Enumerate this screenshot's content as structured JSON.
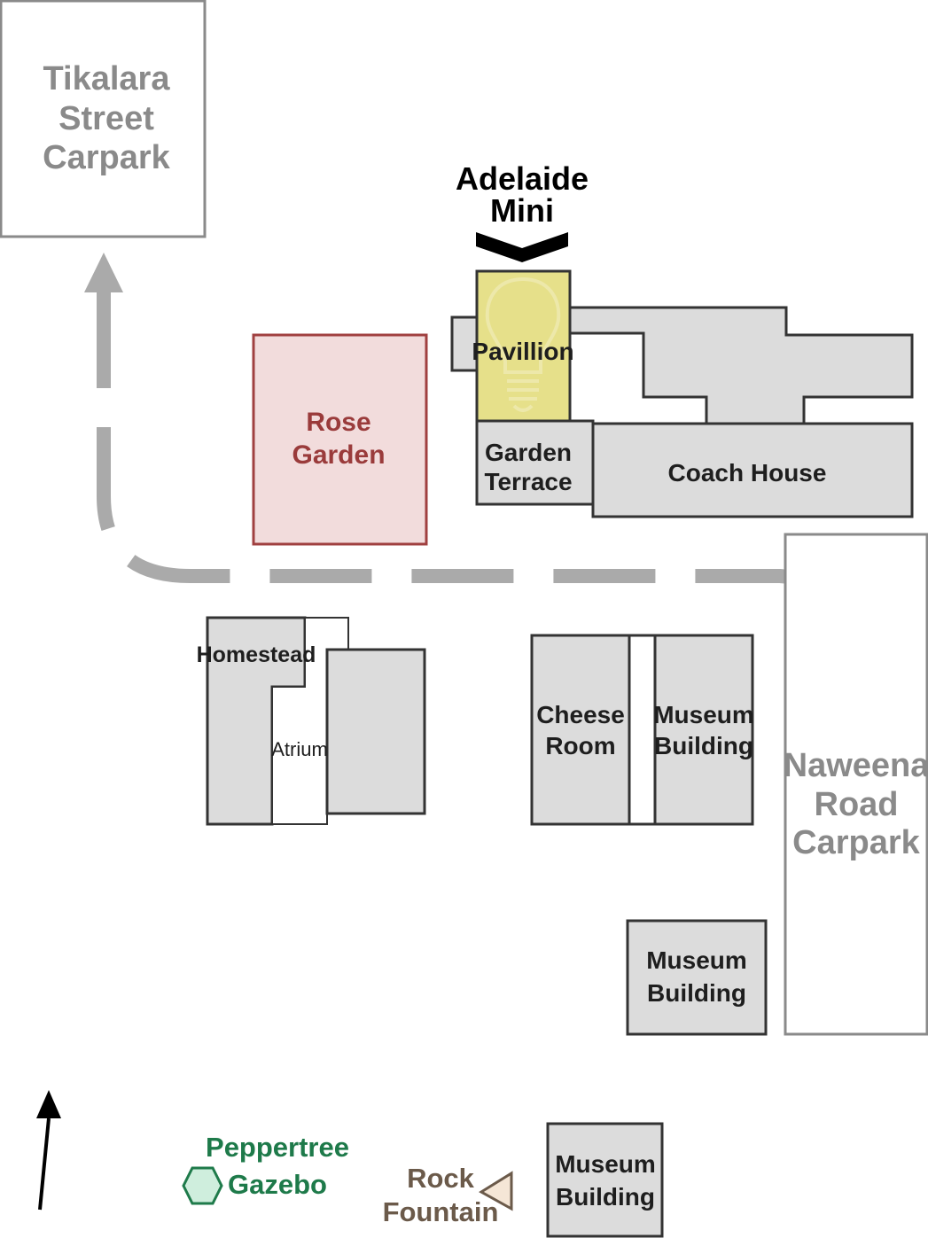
{
  "map": {
    "carparks": {
      "tikalara": [
        "Tikalara",
        "Street",
        "Carpark"
      ],
      "naweena": [
        "Naweena",
        "Road",
        "Carpark"
      ]
    },
    "venue_marker": [
      "Adelaide",
      "Mini"
    ],
    "buildings": {
      "pavillion": "Pavillion",
      "garden_terrace": [
        "Garden",
        "Terrace"
      ],
      "coach_house": "Coach House",
      "rose_garden": [
        "Rose",
        "Garden"
      ],
      "homestead": "Homestead",
      "atrium": "Atrium",
      "cheese_room": [
        "Cheese",
        "Room"
      ],
      "museum_building_1": [
        "Museum",
        "Building"
      ],
      "museum_building_2": [
        "Museum",
        "Building"
      ],
      "museum_building_3": [
        "Museum",
        "Building"
      ]
    },
    "landmarks": {
      "peppertree_gazebo": [
        "Peppertree",
        "Gazebo"
      ],
      "rock_fountain": [
        "Rock",
        "Fountain"
      ]
    },
    "icons": {
      "north_arrow": "north-arrow-icon",
      "venue_marker": "lightbulb-icon",
      "gazebo": "hexagon-icon",
      "fountain": "triangle-icon"
    },
    "colors": {
      "building_fill": "#dcdcdc",
      "building_stroke": "#333333",
      "carpark_stroke": "#8a8a8a",
      "path": "#aaaaaa",
      "pavillion_highlight": "#e6e08a",
      "rose_garden_fill": "#f2dcdc",
      "rose_garden_stroke": "#a04040",
      "gazebo": "#1e7a4a",
      "fountain": "#6b5a4a"
    }
  }
}
